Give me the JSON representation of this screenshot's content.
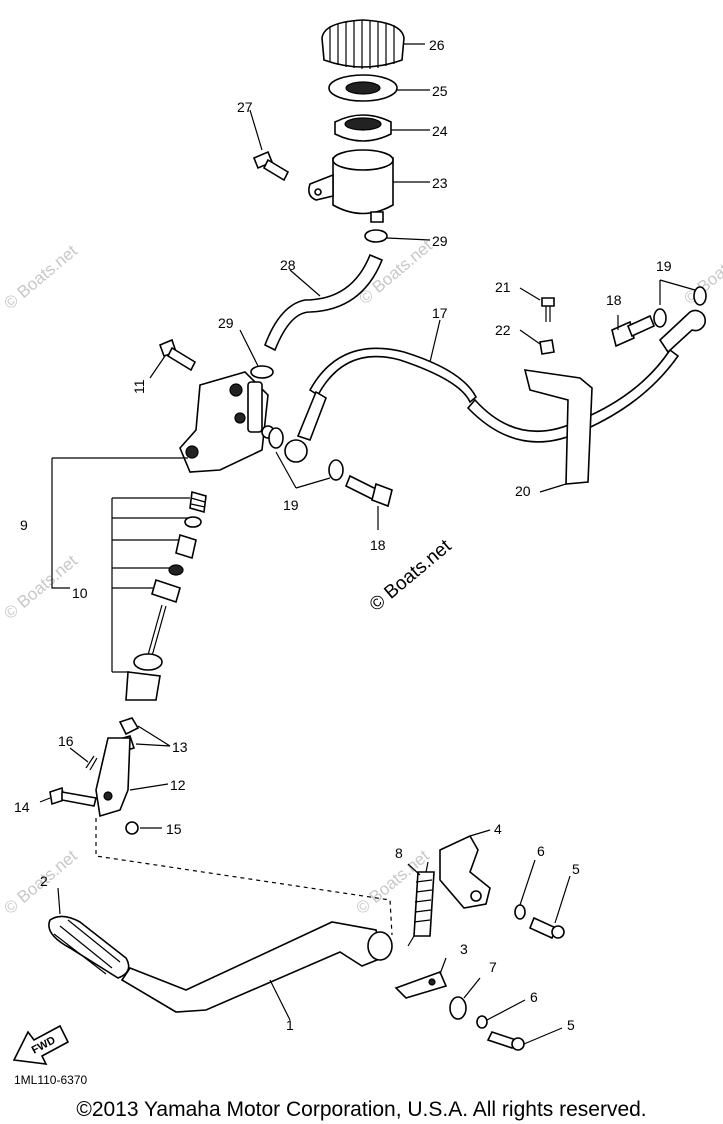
{
  "callouts": {
    "c1": "1",
    "c2": "2",
    "c3": "3",
    "c4": "4",
    "c5a": "5",
    "c5b": "5",
    "c6a": "6",
    "c6b": "6",
    "c7": "7",
    "c8": "8",
    "c9": "9",
    "c10": "10",
    "c11": "11",
    "c12": "12",
    "c13": "13",
    "c14": "14",
    "c15": "15",
    "c16": "16",
    "c17": "17",
    "c18a": "18",
    "c18b": "18",
    "c19a": "19",
    "c19b": "19",
    "c20": "20",
    "c21": "21",
    "c22": "22",
    "c23": "23",
    "c24": "24",
    "c25": "25",
    "c26": "26",
    "c27": "27",
    "c28": "28",
    "c29a": "29",
    "c29b": "29"
  },
  "fwd_label": "FWD",
  "diagram_code": "1ML110-6370",
  "watermark_main": "© Boats.net",
  "watermark_faint": "© Boats.net",
  "copyright": "©2013 Yamaha Motor Corporation, U.S.A. All rights reserved."
}
